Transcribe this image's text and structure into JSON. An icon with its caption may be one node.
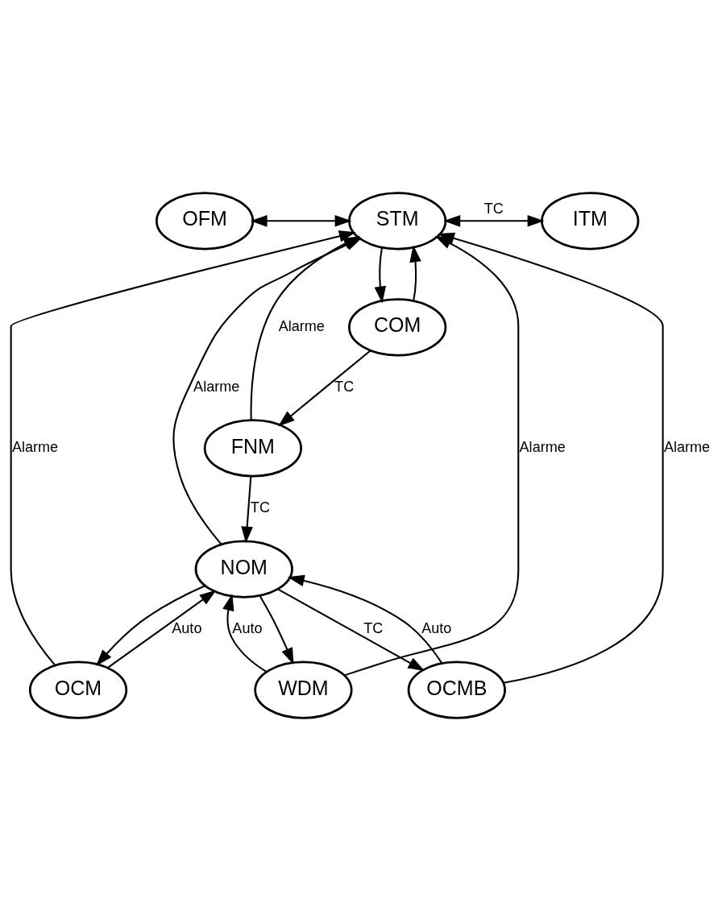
{
  "diagram": {
    "nodes": [
      {
        "text": [
          "OFM"
        ]
      },
      {
        "text": [
          "STM"
        ]
      },
      {
        "text": [
          "ITM"
        ]
      },
      {
        "text": [
          "COM"
        ]
      },
      {
        "text": [
          "FNM"
        ]
      },
      {
        "text": [
          "NOM"
        ]
      },
      {
        "text": [
          "OCMB"
        ]
      },
      {
        "text": [
          "OCM"
        ]
      },
      {
        "text": [
          "WDM"
        ]
      }
    ],
    "edges": [
      {
        "from": 0,
        "to": 1,
        "arrow": "both"
      },
      {
        "from": 1,
        "to": 2,
        "arrow": "both",
        "label": "TC"
      },
      {
        "from": 1,
        "to": 3,
        "arrow": "to"
      },
      {
        "from": 3,
        "to": 1,
        "arrow": "to"
      },
      {
        "from": 3,
        "to": 4,
        "arrow": "to",
        "label": "TC"
      },
      {
        "from": 4,
        "to": 1,
        "arrow": "to",
        "label": "Alarme"
      },
      {
        "from": 4,
        "to": 5,
        "arrow": "to",
        "label": "TC"
      },
      {
        "from": 5,
        "to": 1,
        "arrow": "to",
        "label": "Alarme"
      },
      {
        "from": 6,
        "to": 1,
        "arrow": "to",
        "label": "Alarme"
      },
      {
        "from": 7,
        "to": 1,
        "arrow": "to",
        "label": "Alarme"
      },
      {
        "from": 8,
        "to": 1,
        "arrow": "to",
        "label": "Alarme"
      },
      {
        "from": 6,
        "to": 5,
        "arrow": "to",
        "label": "Auto"
      },
      {
        "from": 5,
        "to": 6,
        "arrow": "to",
        "label": "TC"
      },
      {
        "from": 7,
        "to": 5,
        "arrow": "to",
        "label": "Auto"
      },
      {
        "from": 5,
        "to": 7,
        "arrow": "to"
      },
      {
        "from": 5,
        "to": 8,
        "arrow": "to"
      },
      {
        "from": 8,
        "to": 5,
        "arrow": "to",
        "label": "Auto"
      }
    ]
  }
}
